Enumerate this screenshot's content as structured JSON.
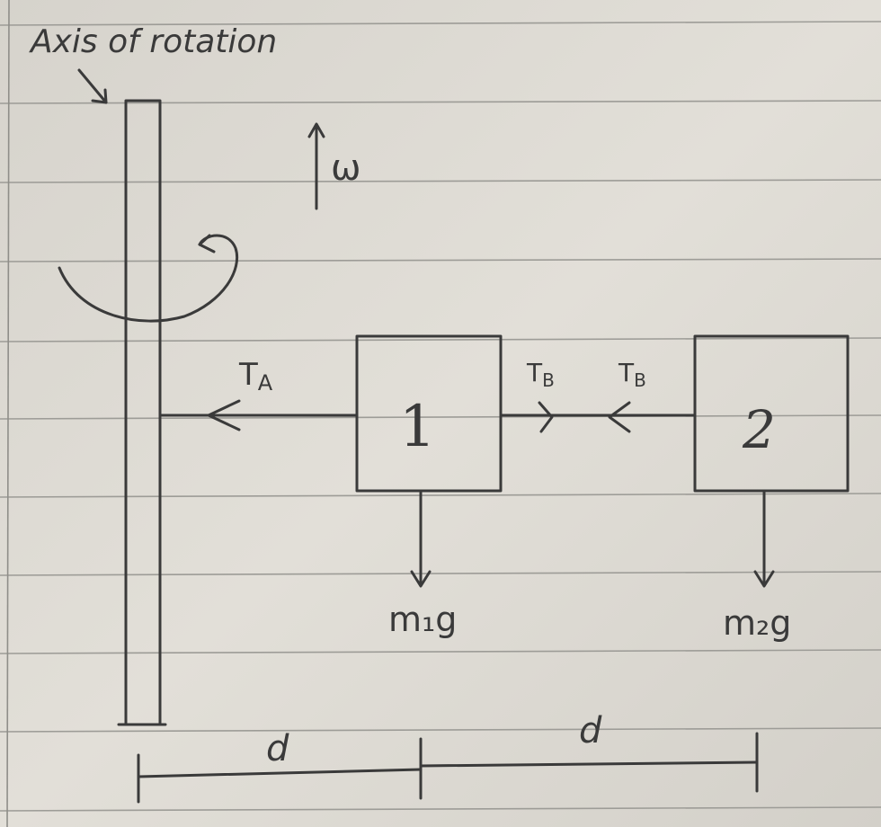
{
  "labels": {
    "axis": "Axis of rotation",
    "omega": "ω",
    "tension_a": "T",
    "tension_a_sub": "A",
    "tension_b_left": "T",
    "tension_b_left_sub": "B",
    "tension_b_right": "T",
    "tension_b_right_sub": "B",
    "mass1_number": "1",
    "mass2_number": "2",
    "weight1": "m₁g",
    "weight2": "m₂g",
    "distance1": "d",
    "distance2": "d"
  }
}
